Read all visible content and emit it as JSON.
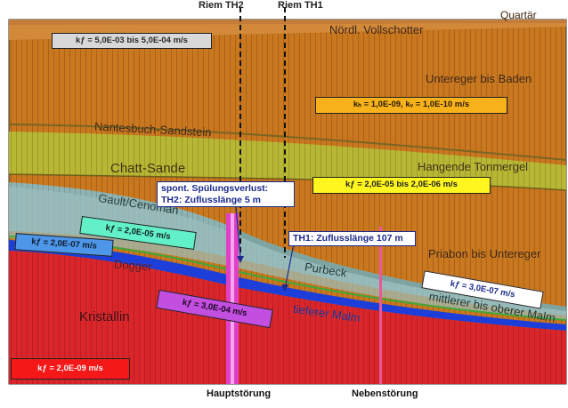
{
  "boreholes": {
    "th2": "Riem TH2",
    "th1": "Riem TH1"
  },
  "faults": {
    "main": "Hauptstörung",
    "secondary": "Nebenstörung"
  },
  "layers": {
    "quartaer": "Quartär",
    "vollschotter": "Nördl. Vollschotter",
    "untereger_baden": "Untereger bis Baden",
    "nantesbuch": "Nantesbuch-Sandstein",
    "chatt": "Chatt-Sande",
    "hangende": "Hangende Tonmergel",
    "gault": "Gault/Cenoman",
    "dogger": "Dogger",
    "kristallin": "Kristallin",
    "purbeck": "Purbeck",
    "priabon": "Priabon bis Untereger",
    "tieferer_malm": "tieferer Malm",
    "mittlerer_malm": "mittlerer bis oberer Malm"
  },
  "kvalues": {
    "k1": "kƒ = 5,0E-03 bis 5,0E-04 m/s",
    "k2": "kₕ = 1,0E-09, kᵥ = 1,0E-10 m/s",
    "k3": "kƒ = 2,0E-05 bis 2,0E-06 m/s",
    "k4": "kƒ = 2,0E-05 m/s",
    "k5": "kƒ = 2,0E-07 m/s",
    "k6": "kƒ = 3,0E-04 m/s",
    "k7": "kƒ = 3,0E-07 m/s",
    "k8": "kƒ = 2,0E-09 m/s"
  },
  "callouts": {
    "th2_line1": "spont. Spülungsverlust:",
    "th2_line2": "TH2: Zuflusslänge 5 m",
    "th1": "TH1: Zuflusslänge 107 m"
  },
  "colors": {
    "kristallin": "#d8262b",
    "malm": "#8fb3b2",
    "tertiary": "#c9781f",
    "chatt": "#b8b735",
    "fault_main": "#e040c8",
    "fault_secondary": "#e8589a",
    "blue_band": "#1d3ed8",
    "box_k1": "#d8d8d8",
    "box_k2": "#f7b21b",
    "box_k3": "#fff51f",
    "box_k4": "#62f0c8",
    "box_k5": "#4e96e8",
    "box_k6": "#c34fe0",
    "box_k7": "#ffffff",
    "box_k8": "#f41818"
  }
}
